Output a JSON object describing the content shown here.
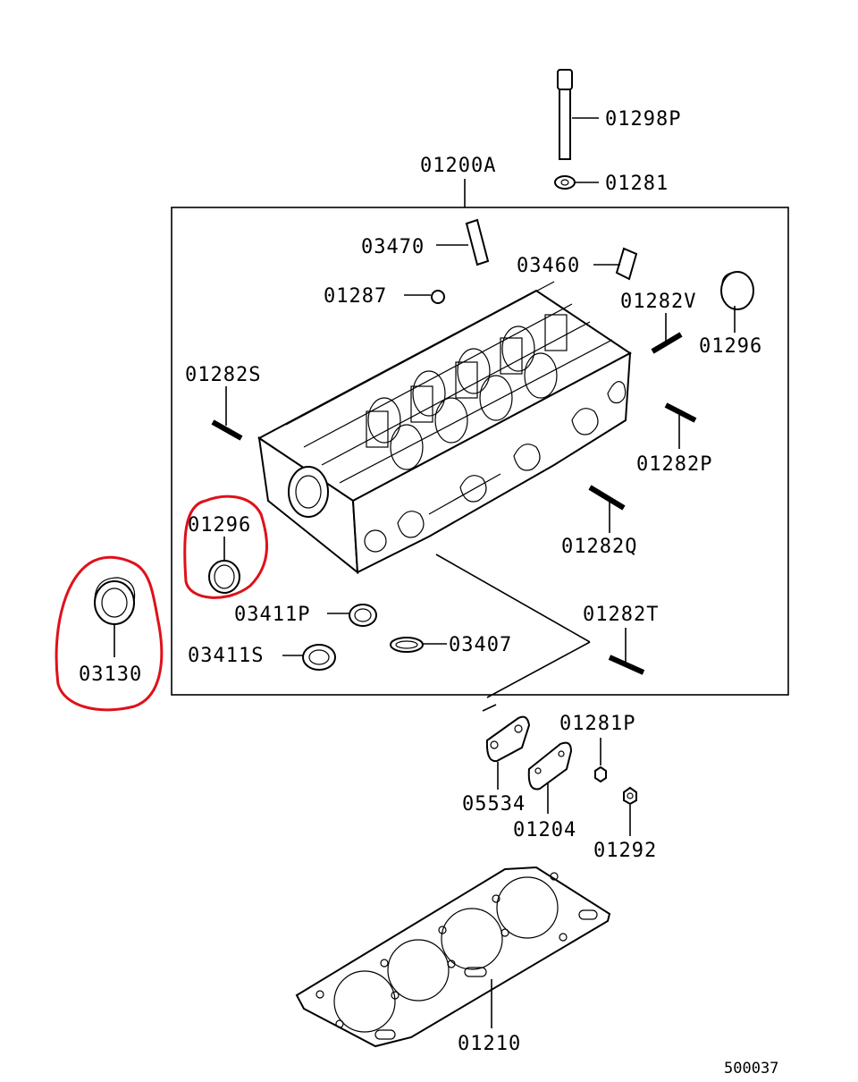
{
  "labels": {
    "p01298P": "01298P",
    "p01200A": "01200A",
    "p01281": "01281",
    "p03470": "03470",
    "p03460": "03460",
    "p01287": "01287",
    "p01282V": "01282V",
    "p01296_right": "01296",
    "p01282S": "01282S",
    "p01282P": "01282P",
    "p01296_left": "01296",
    "p01282Q": "01282Q",
    "p03411P": "03411P",
    "p01282T": "01282T",
    "p03411S": "03411S",
    "p03407": "03407",
    "p03130": "03130",
    "p01281P": "01281P",
    "p05534": "05534",
    "p01204": "01204",
    "p01292": "01292",
    "p01210": "01210"
  },
  "figure_ref": "500037",
  "highlight_color": "#e0101a"
}
